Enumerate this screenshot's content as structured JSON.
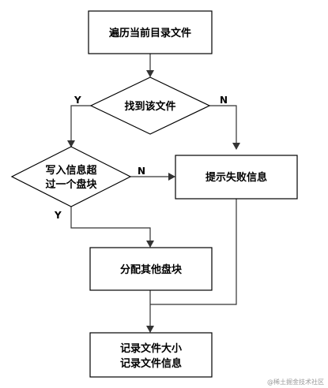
{
  "nodes": {
    "start": "遍历当前目录文件",
    "find_file": "找到该文件",
    "write_line1": "写入信息超",
    "write_line2": "过一个盘块",
    "fail": "提示失败信息",
    "alloc": "分配其他盘块",
    "record_line1": "记录文件大小",
    "record_line2": "记录文件信息"
  },
  "edges": {
    "find_yes": "Y",
    "find_no": "N",
    "write_yes": "Y",
    "write_no": "N"
  },
  "watermark": "@稀土掘金技术社区"
}
